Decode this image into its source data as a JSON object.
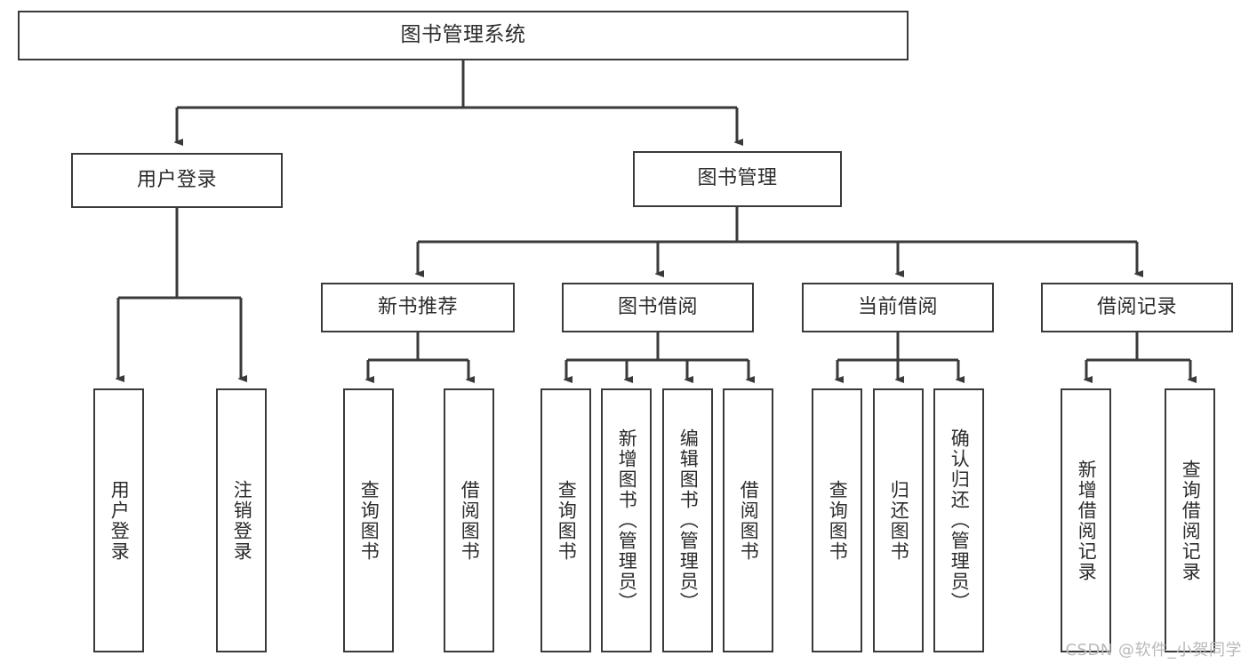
{
  "diagram": {
    "title": "图书管理系统",
    "type": "tree",
    "watermark": "CSDN @软件_小贺同学",
    "line_color": "#3a3a3a",
    "text_color": "#2b2b2b",
    "background": "#ffffff",
    "watermark_color": "#b9b9b9"
  },
  "nodes": {
    "root": {
      "label": "图书管理系统"
    },
    "level1": [
      {
        "label": "用户登录"
      },
      {
        "label": "图书管理"
      }
    ],
    "level2": [
      {
        "label": "新书推荐"
      },
      {
        "label": "图书借阅"
      },
      {
        "label": "当前借阅"
      },
      {
        "label": "借阅记录"
      }
    ],
    "leaves": {
      "user_login": [
        {
          "label": "用户登录"
        },
        {
          "label": "注销登录"
        }
      ],
      "new_book": [
        {
          "label": "查询图书"
        },
        {
          "label": "借阅图书"
        }
      ],
      "borrow_book": [
        {
          "label": "查询图书"
        },
        {
          "label": "新增图书（管理员）"
        },
        {
          "label": "编辑图书（管理员）"
        },
        {
          "label": "借阅图书"
        }
      ],
      "current_borrow": [
        {
          "label": "查询图书"
        },
        {
          "label": "归还图书"
        },
        {
          "label": "确认归还（管理员）"
        }
      ],
      "borrow_record": [
        {
          "label": "新增借阅记录"
        },
        {
          "label": "查询借阅记录"
        }
      ]
    }
  }
}
